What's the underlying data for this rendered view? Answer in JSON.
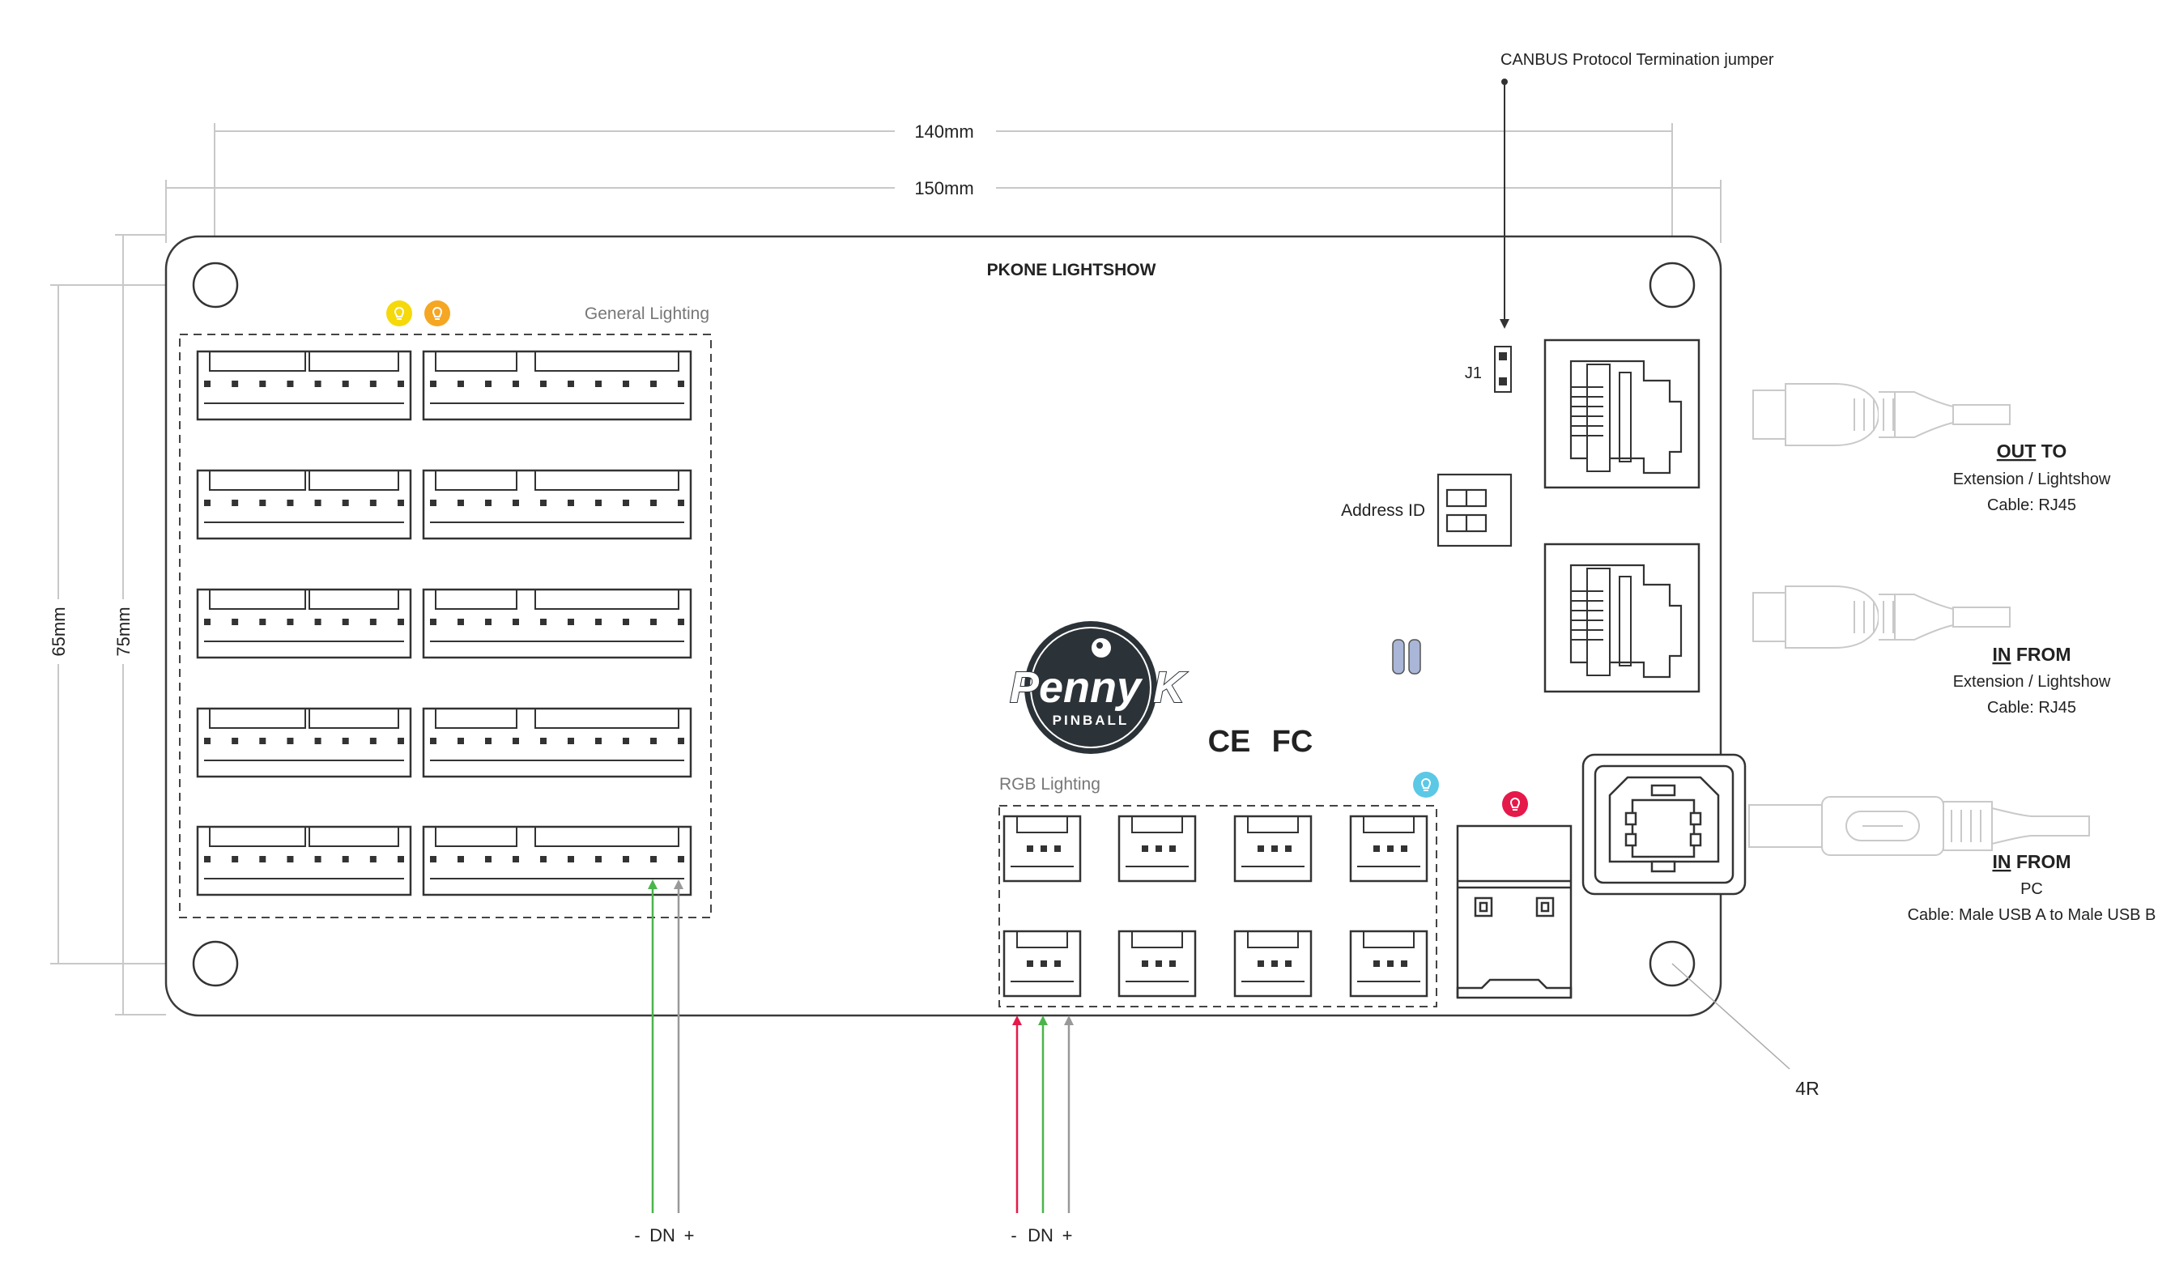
{
  "board": {
    "title": "PKONE LIGHTSHOW",
    "corner_radius_label": "4R"
  },
  "dimensions": {
    "width_inner": "140mm",
    "width_outer": "150mm",
    "height_inner": "65mm",
    "height_outer": "75mm"
  },
  "jumper": {
    "callout": "CANBUS Protocol Termination jumper",
    "label": "J1"
  },
  "address": {
    "label": "Address ID"
  },
  "general_lighting": {
    "label": "General Lighting",
    "icon_colors": [
      "#f5d90a",
      "#f5a623"
    ],
    "wire_labels": {
      "minus": "-",
      "data": "DN",
      "plus": "+"
    }
  },
  "rgb_lighting": {
    "label": "RGB Lighting",
    "icon_color": "#5bc8e6",
    "wire_labels": {
      "minus": "-",
      "data": "DN",
      "plus": "+"
    }
  },
  "power_icon_color": "#e5194a",
  "wire_colors": {
    "minus": "#e5194a",
    "data": "#4bb54b",
    "plus": "#999999"
  },
  "logo": {
    "line1": "Penny K",
    "line2": "PINBALL"
  },
  "certifications": {
    "ce": "CE",
    "fc": "FC"
  },
  "ports": [
    {
      "direction_underlined": "OUT",
      "direction_rest": " TO",
      "target": "Extension / Lightshow",
      "cable": "Cable: RJ45"
    },
    {
      "direction_underlined": "IN",
      "direction_rest": " FROM",
      "target": "Extension / Lightshow",
      "cable": "Cable: RJ45"
    },
    {
      "direction_underlined": "IN",
      "direction_rest": " FROM",
      "target": "PC",
      "cable": "Cable: Male USB A to Male USB B"
    }
  ]
}
